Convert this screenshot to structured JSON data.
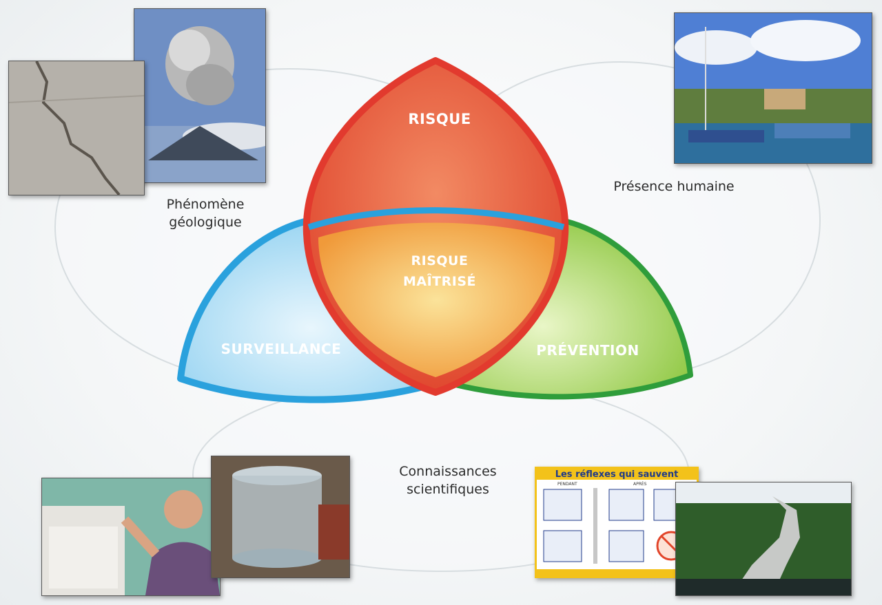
{
  "diagram": {
    "zones": {
      "risque": "RISQUE",
      "risque_maitrise_line1": "RISQUE",
      "risque_maitrise_line2": "MAÎTRISÉ",
      "surveillance": "SURVEILLANCE",
      "prevention": "PRÉVENTION"
    },
    "colors": {
      "risque": "#e8533a",
      "surveillance": "#29a3e0",
      "prevention": "#5cb845",
      "center": "#f5b43c"
    }
  },
  "captions": {
    "phenomene_line1": "Phénomène",
    "phenomene_line2": "géologique",
    "presence": "Présence humaine",
    "connaissances_line1": "Connaissances",
    "connaissances_line2": "scientifiques"
  },
  "photos": {
    "crack": "ground-crack-photo",
    "volcano": "volcano-eruption-photo",
    "harbor": "harbor-boats-photo",
    "scientist": "scientist-seismograph-photo",
    "instrument": "measuring-instrument-photo",
    "lava": "lava-flow-photo"
  },
  "poster": {
    "title": "Les réflexes qui sauvent",
    "col1": "PENDANT",
    "col2": "APRÈS"
  }
}
